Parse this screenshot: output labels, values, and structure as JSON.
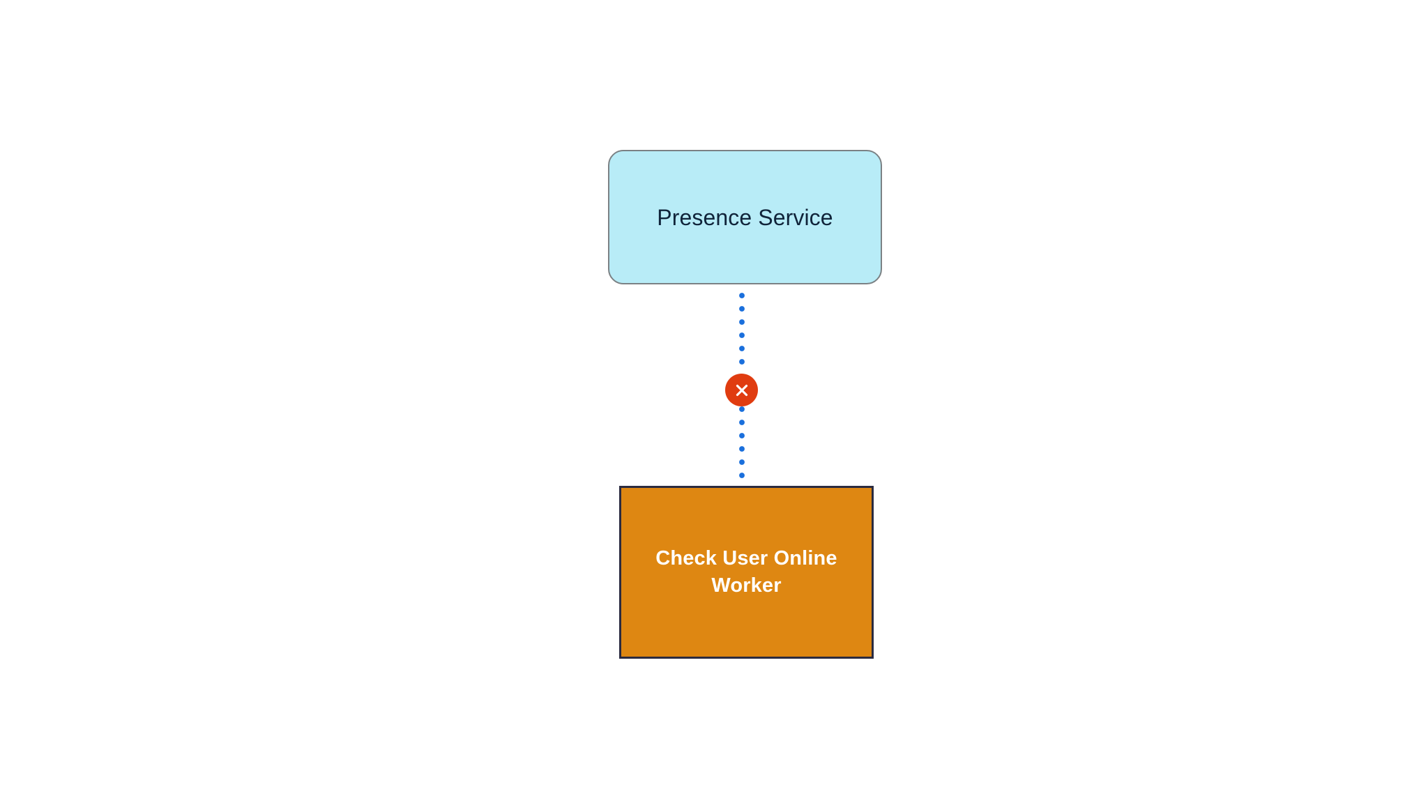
{
  "diagram": {
    "background_color": "#ffffff",
    "nodes": [
      {
        "id": "presence-service",
        "label": "Presence Service",
        "shape": "rounded-rectangle",
        "fill_color": "#b8ecf7",
        "border_color": "#7b8184",
        "text_color": "#10243a"
      },
      {
        "id": "check-user-online-worker",
        "label": "Check User Online Worker",
        "shape": "rectangle",
        "fill_color": "#de8712",
        "border_color": "#2b2b40",
        "text_color": "#ffffff"
      }
    ],
    "edge": {
      "from": "presence-service",
      "to": "check-user-online-worker",
      "style": "dotted",
      "color": "#1a6fdc",
      "marker": {
        "name": "blocked-marker",
        "icon": "close-x-icon",
        "fill_color": "#e03c10",
        "glyph_color": "#ffffff"
      }
    }
  }
}
